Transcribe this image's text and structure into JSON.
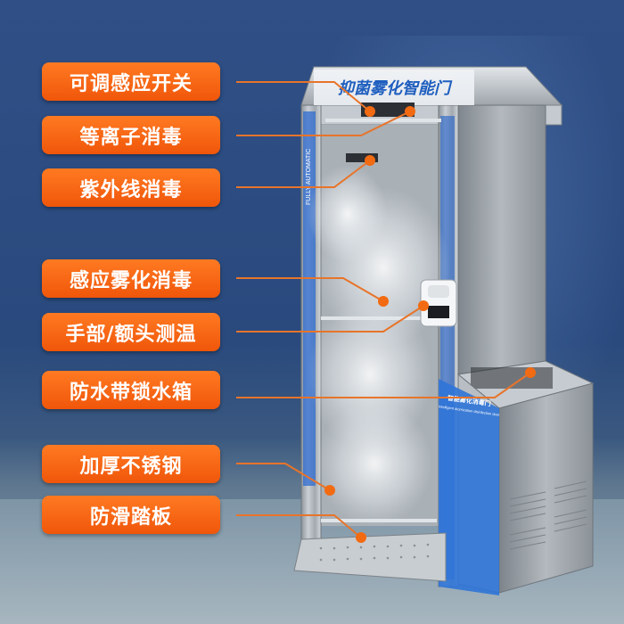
{
  "features": [
    {
      "label": "可调感应开关"
    },
    {
      "label": "等离子消毒"
    },
    {
      "label": "紫外线消毒"
    },
    {
      "label": "感应雾化消毒"
    },
    {
      "label": "手部/额头测温"
    },
    {
      "label": "防水带锁水箱"
    },
    {
      "label": "加厚不锈钢"
    },
    {
      "label": "防滑踏板"
    }
  ],
  "device": {
    "header_sign": "抑菌雾化智能门",
    "side_sign": "FULLY AUTOMATIC",
    "panel_title": "智能雾化消毒门",
    "panel_subtitle": "Intelligent atomization disinfection door"
  },
  "colors": {
    "label_orange": "#f0560a",
    "leader_line": "#e8742a",
    "background_blue": "#2f4f86",
    "sign_blue": "#1f5fbf"
  }
}
